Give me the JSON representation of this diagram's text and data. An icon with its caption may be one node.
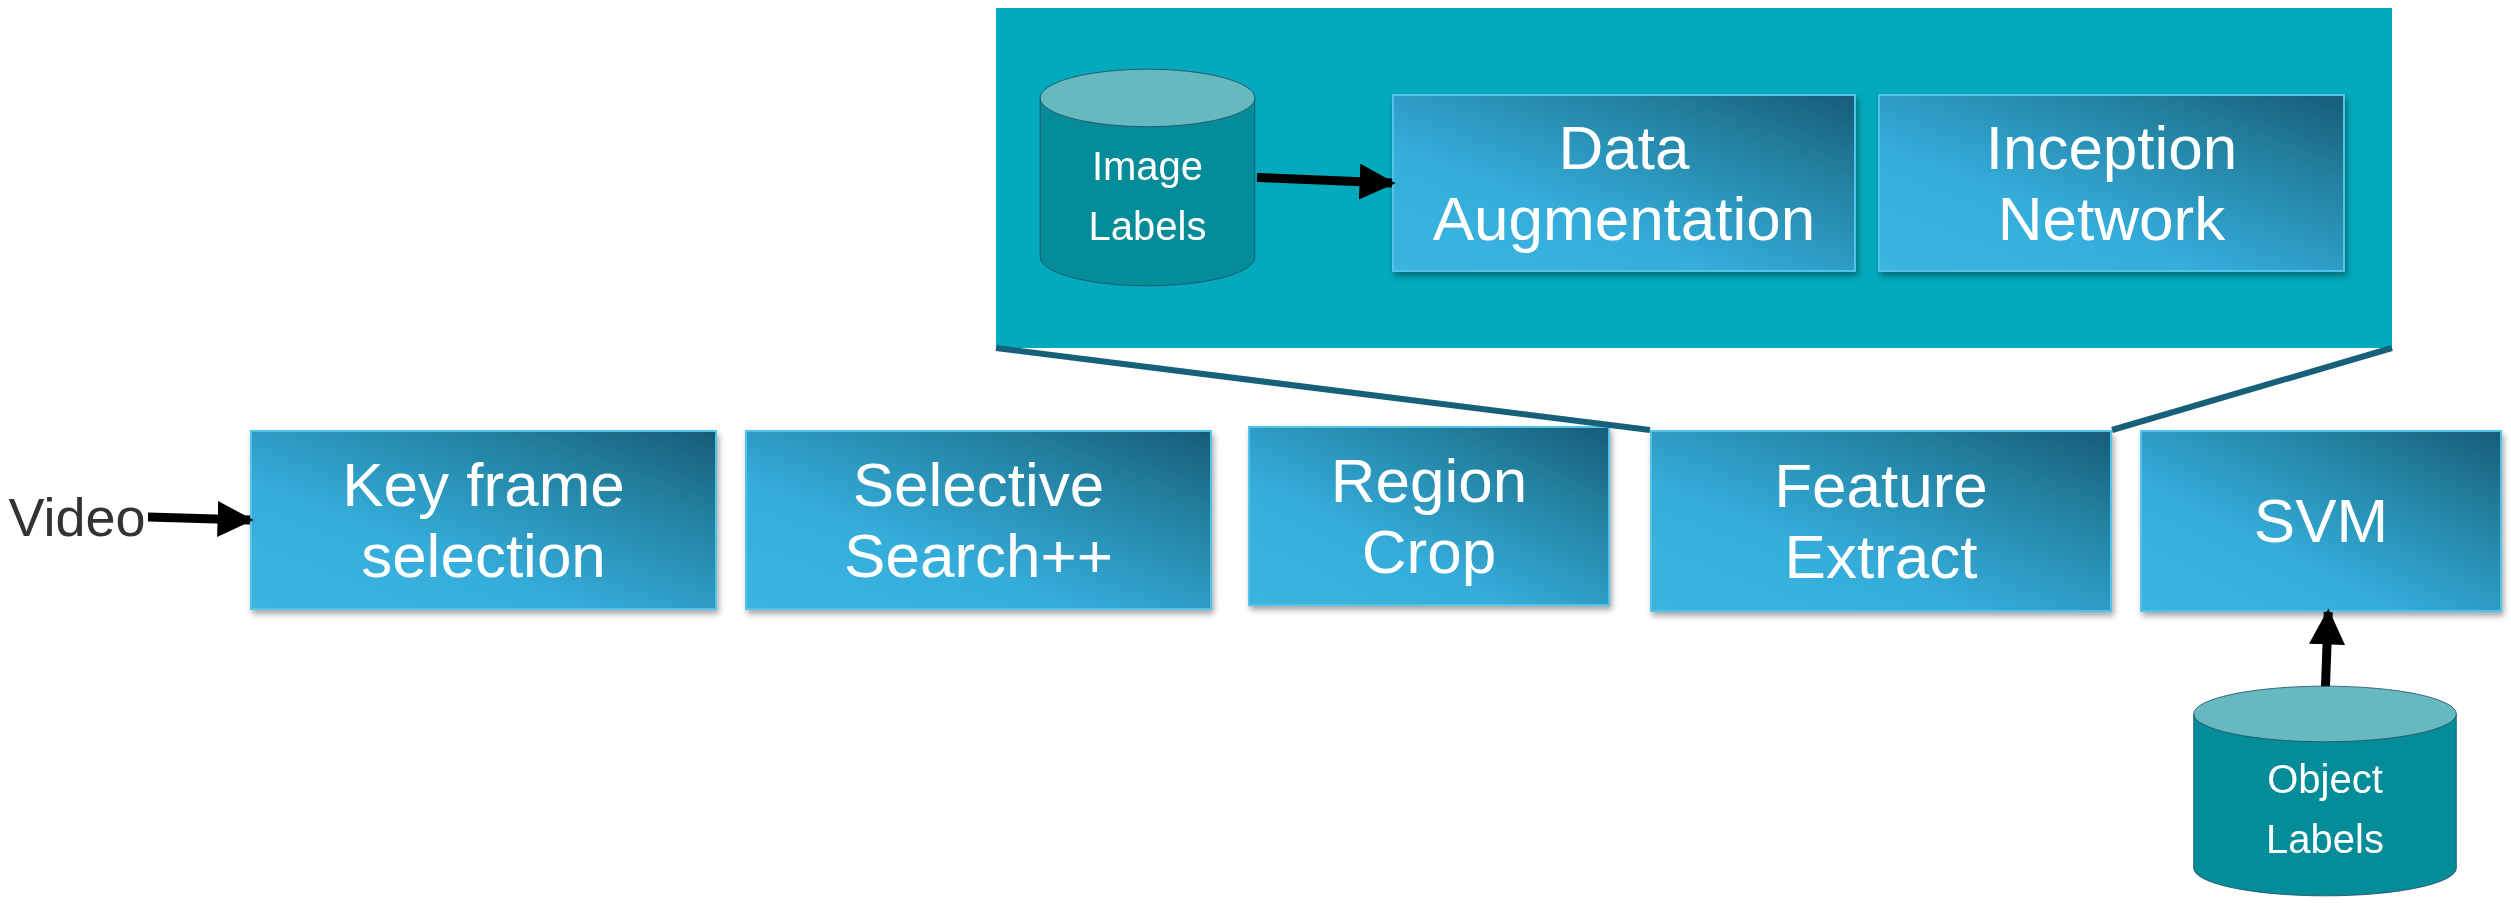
{
  "diagram": {
    "nodes": [
      {
        "text": [],
        "shape": "box"
      },
      {
        "text": [
          "Image Labels"
        ],
        "in": 0
      },
      {
        "text": [
          "Data Augmentation"
        ],
        "in": 0
      },
      {
        "text": [
          "Inception Network"
        ],
        "in": 0
      },
      {
        "text": [
          "Video"
        ]
      },
      {
        "text": [
          "Key frame selection"
        ]
      },
      {
        "text": [
          "Selective Search++"
        ]
      },
      {
        "text": [
          "Region Crop"
        ]
      },
      {
        "text": [
          "Feature Extract"
        ]
      },
      {
        "text": [
          "SVM"
        ]
      },
      {
        "text": [
          "Object Labels"
        ]
      }
    ],
    "edges": [
      {
        "from": 1,
        "to": 2,
        "arrow": "to"
      },
      {
        "from": 4,
        "to": 5,
        "arrow": "to"
      },
      {
        "from": 10,
        "to": 9,
        "arrow": "to"
      },
      {
        "from": 0,
        "to": 8,
        "arrow": "none",
        "color": "#17607a"
      },
      {
        "from": 0,
        "to": 8,
        "arrow": "none",
        "color": "#17607a"
      }
    ]
  }
}
